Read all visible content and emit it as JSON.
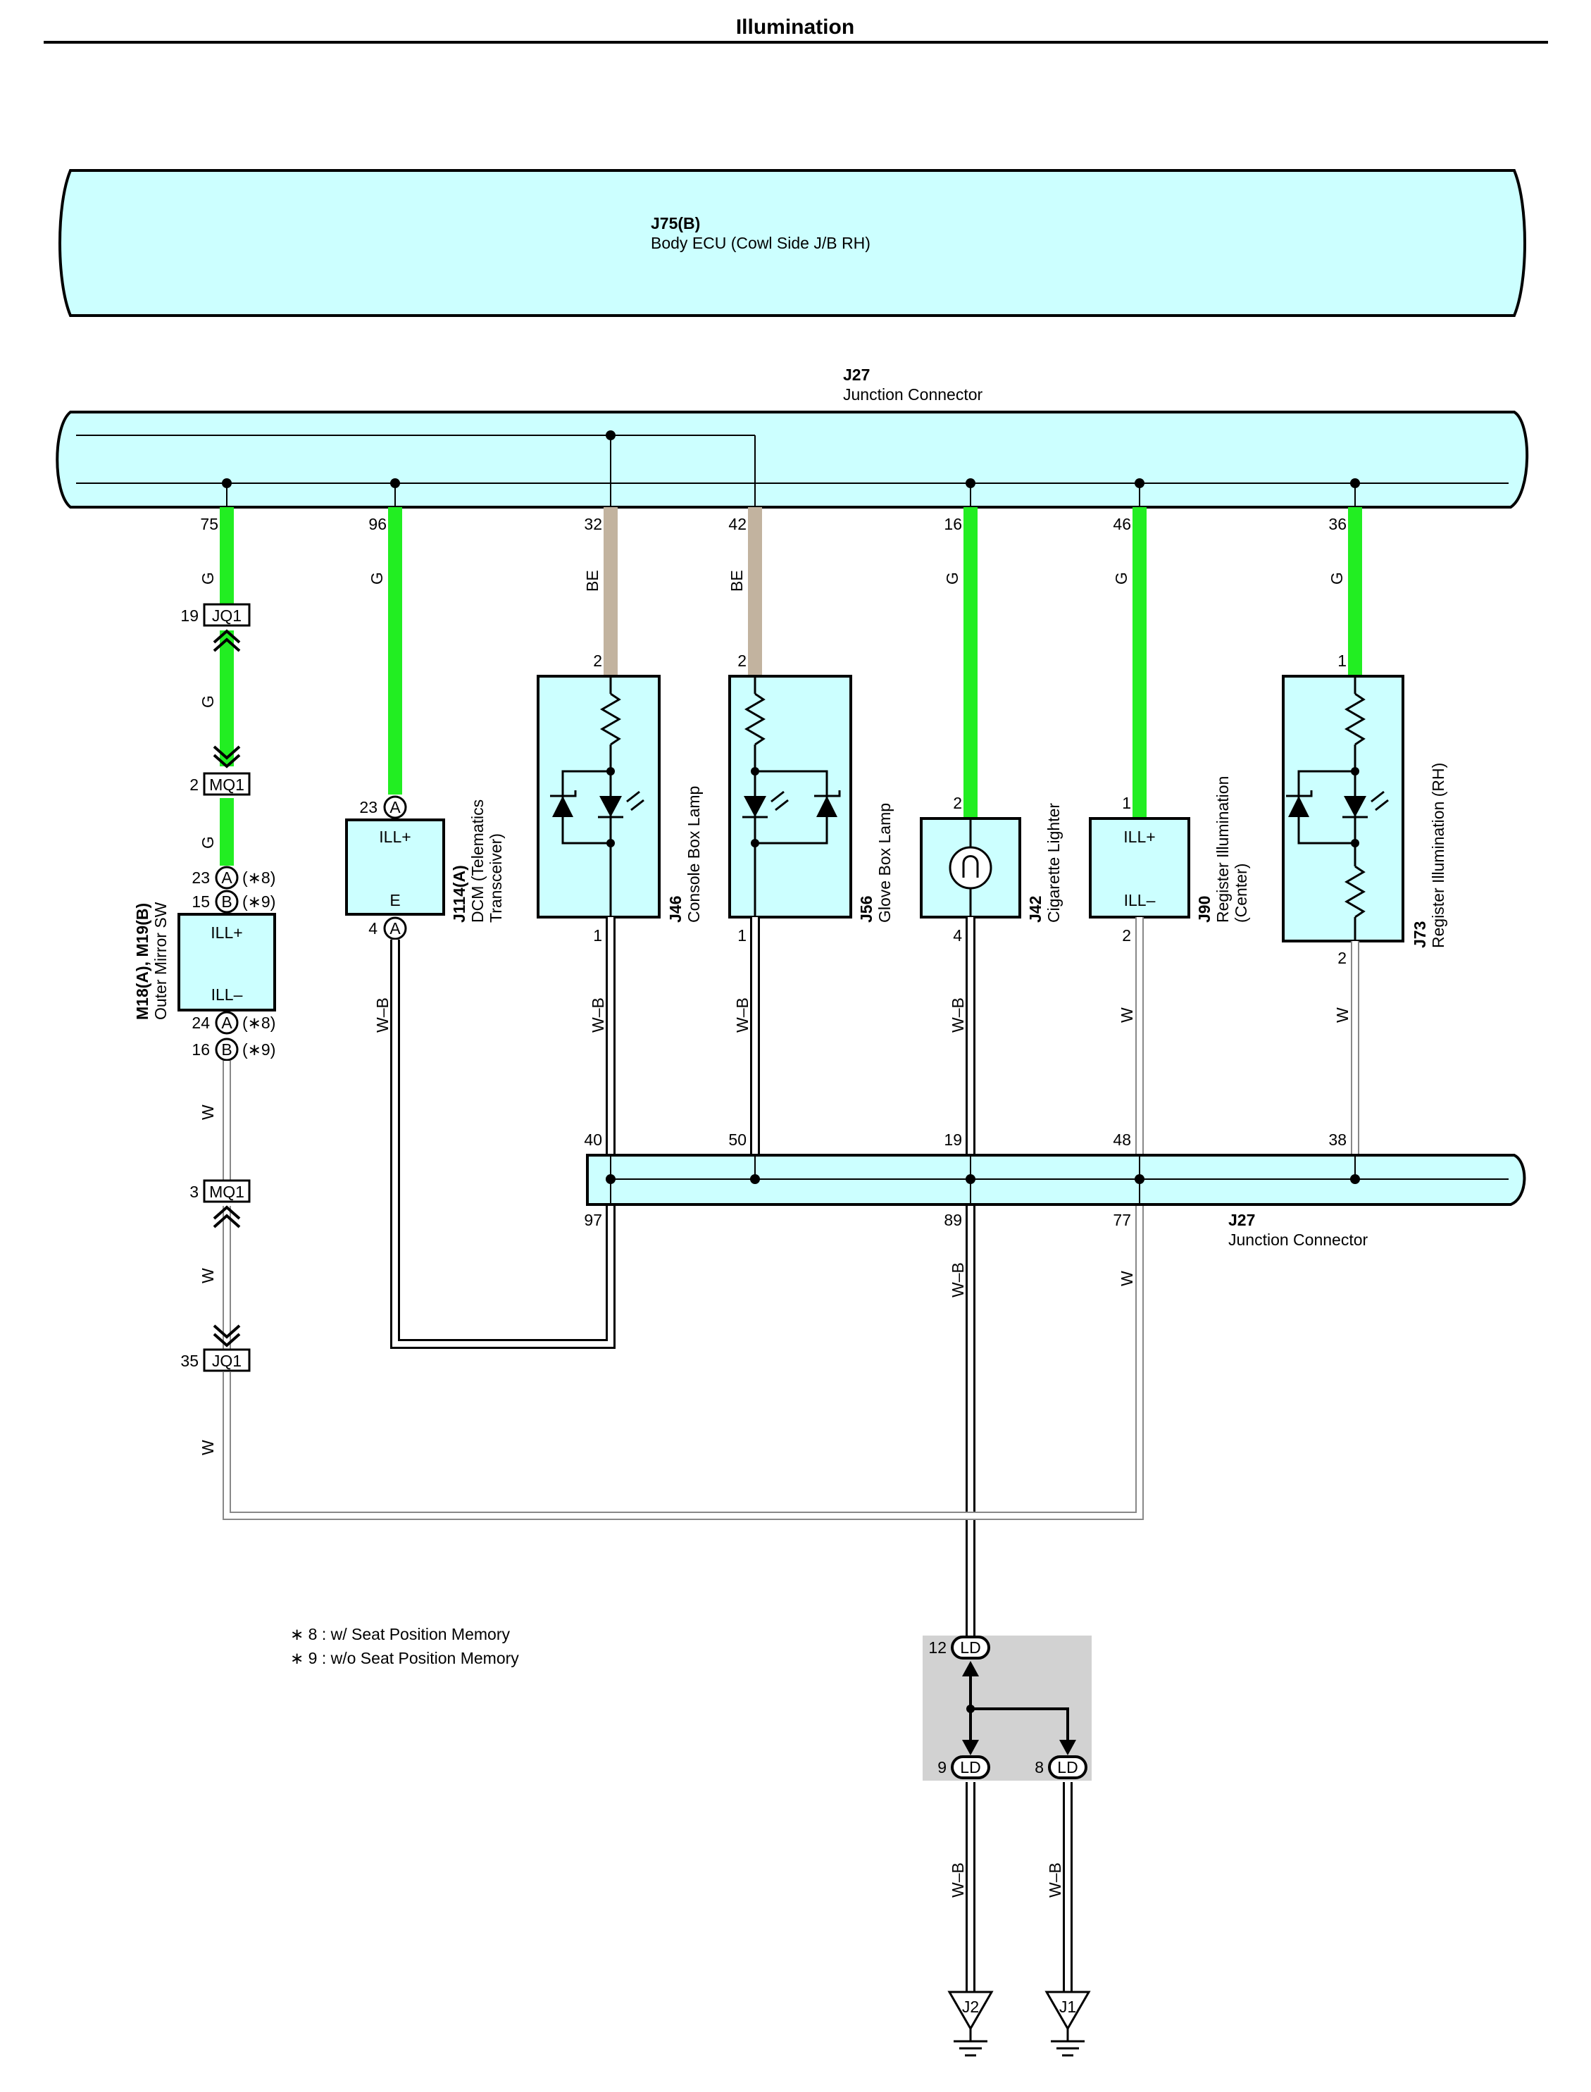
{
  "title": "Illumination",
  "colors": {
    "ecu_fill": "#ccffff",
    "wire_green": "#22ee22",
    "wire_beige": "#c2b39f",
    "splice_fill": "#d2d2d2",
    "outline": "#000000"
  },
  "body_ecu": {
    "code": "J75(B)",
    "name": "Body ECU (Cowl Side J/B RH)"
  },
  "junction_top": {
    "code": "J27",
    "name": "Junction Connector",
    "pins": [
      "75",
      "96",
      "32",
      "42",
      "16",
      "46",
      "36"
    ]
  },
  "junction_bottom": {
    "code": "J27",
    "name": "Junction Connector",
    "pins_in": [
      "40",
      "50",
      "19",
      "48",
      "38"
    ],
    "pins_out": [
      "97",
      "89",
      "77"
    ]
  },
  "wire_colors": {
    "g": "G",
    "be": "BE",
    "wb": "W–B",
    "w": "W"
  },
  "connectors": {
    "jq1": "JQ1",
    "mq1": "MQ1",
    "ld": "LD",
    "a": "A",
    "b": "B"
  },
  "pins": {
    "jq1_upper": "19",
    "mq1_upper": "2",
    "mq1_lower": "3",
    "jq1_lower": "35",
    "mirror_a_top": "23",
    "mirror_b_top": "15",
    "mirror_a_bottom": "24",
    "mirror_b_bottom": "16",
    "dcm_top": "23",
    "dcm_bottom": "4",
    "console_top": "2",
    "console_bottom": "1",
    "glove_top": "2",
    "glove_bottom": "1",
    "lighter_top": "2",
    "lighter_bottom": "4",
    "center_top": "1",
    "center_bottom": "2",
    "rh_top": "1",
    "rh_bottom": "2",
    "ld_in": "12",
    "ld_out_1": "9",
    "ld_out_2": "8"
  },
  "notes_variant": {
    "n8": "(∗8)",
    "n9": "(∗9)"
  },
  "components": {
    "mirror": {
      "code": "M18(A), M19(B)",
      "name": "Outer Mirror SW",
      "ill_plus": "ILL+",
      "ill_minus": "ILL–"
    },
    "dcm": {
      "code": "J114(A)",
      "name1": "DCM (Telematics",
      "name2": "Transceiver)",
      "ill_plus": "ILL+",
      "e": "E"
    },
    "console": {
      "code": "J46",
      "name": "Console Box Lamp"
    },
    "glove": {
      "code": "J56",
      "name": "Glove Box Lamp"
    },
    "lighter": {
      "code": "J42",
      "name": "Cigarette Lighter"
    },
    "center": {
      "code": "J90",
      "name1": "Register Illumination",
      "name2": "(Center)",
      "ill_plus": "ILL+",
      "ill_minus": "ILL–"
    },
    "rh": {
      "code": "J73",
      "name": "Register Illumination (RH)"
    }
  },
  "grounds": {
    "g1": "J2",
    "g2": "J1"
  },
  "footnotes": {
    "f1": "∗ 8 : w/ Seat Position Memory",
    "f2": "∗ 9 : w/o Seat Position Memory"
  }
}
